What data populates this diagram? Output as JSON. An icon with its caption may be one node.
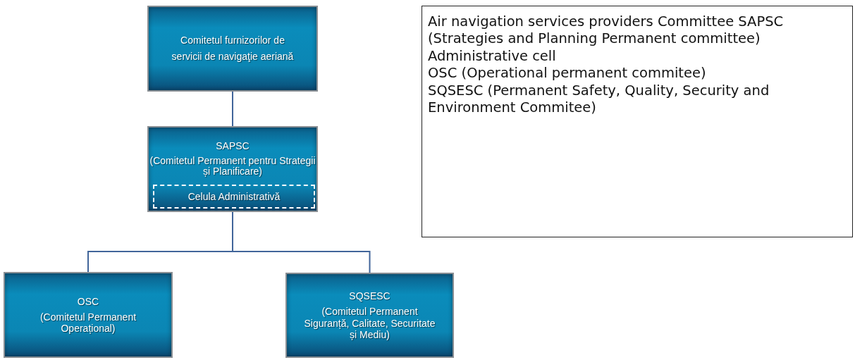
{
  "diagram": {
    "nodes": [
      {
        "text": [
          "Comitetul furnizorilor de servicii de navigaţie aeriană"
        ]
      },
      {
        "text": [
          "SAPSC",
          "(Comitetul Permanent pentru Strategii și Planificare)"
        ]
      },
      {
        "text": [
          "Celula Administrativă"
        ],
        "in": 1
      },
      {
        "text": [
          "OSC",
          "(Comitetul Permanent Operațional)"
        ]
      },
      {
        "text": [
          "SQSESC",
          "(Comitetul Permanent Siguranță, Calitate, Securitate și Mediu)"
        ]
      },
      {
        "text": [
          "Air navigation services providers Committee SAPSC (Strategies and Planning Permanent committee) Administrative cell",
          "OSC (Operational permanent commitee)",
          "SQSESC (Permanent Safety, Quality, Security and Environment Commitee)"
        ]
      }
    ],
    "edges": [
      {
        "from": 0,
        "to": 1,
        "arrow": "none"
      },
      {
        "from": 1,
        "to": 3,
        "arrow": "none"
      },
      {
        "from": 1,
        "to": 4,
        "arrow": "none"
      }
    ]
  }
}
